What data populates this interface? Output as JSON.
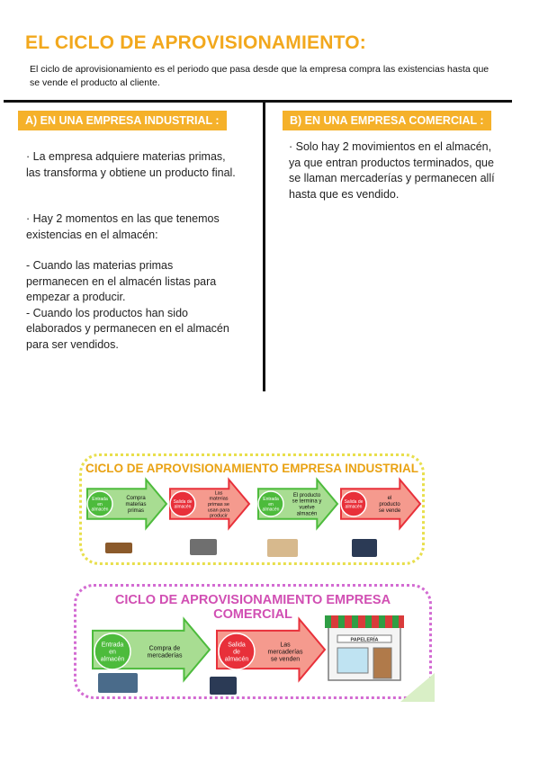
{
  "title": "EL CICLO DE APROVISIONAMIENTO:",
  "intro": "El ciclo de aprovisionamiento es el periodo que pasa desde que la empresa compra las existencias hasta que se vende el producto al cliente.",
  "section_a": {
    "heading": "A) EN UNA EMPRESA INDUSTRIAL :",
    "p1": "· La empresa adquiere materias primas, las transforma y obtiene un producto final.",
    "p2": "· Hay 2 momentos en las que tenemos existencias en el almacén:",
    "p3": "- Cuando las materias primas permanecen en el almacén listas para empezar a producir.",
    "p4": "- Cuando los productos han sido elaborados y permanecen en el almacén para ser vendidos."
  },
  "section_b": {
    "heading": "B) EN UNA EMPRESA COMERCIAL :",
    "p1": "· Solo hay 2 movimientos en el almacén, ya que entran productos terminados, que se llaman mercaderías y permanecen allí hasta que es vendido."
  },
  "diagram_industrial": {
    "title": "CICLO DE APROVISIONAMIENTO EMPRESA INDUSTRIAL",
    "steps": [
      {
        "circle": [
          "Entrada",
          "en",
          "almacén"
        ],
        "text": [
          "Compra",
          "materias",
          "primas"
        ]
      },
      {
        "circle": [
          "Salida de",
          "almacén"
        ],
        "text": [
          "Las",
          "materias",
          "primas se",
          "usan para",
          "producir"
        ]
      },
      {
        "circle": [
          "Entrada",
          "en",
          "almacén"
        ],
        "text": [
          "El producto",
          "se termina y",
          "vuelve",
          "almacén"
        ]
      },
      {
        "circle": [
          "Salida de",
          "almacén"
        ],
        "text": [
          "el",
          "producto",
          "se vende"
        ]
      }
    ]
  },
  "diagram_commercial": {
    "title": "CICLO DE APROVISIONAMIENTO EMPRESA COMERCIAL",
    "steps": [
      {
        "circle": [
          "Entrada",
          "en",
          "almacén"
        ],
        "text": [
          "Compra de",
          "mercaderías"
        ]
      },
      {
        "circle": [
          "Salida",
          "de",
          "almacén"
        ],
        "text": [
          "Las",
          "mercaderías",
          "se venden"
        ]
      }
    ],
    "shop_sign": "PAPELERÍA"
  },
  "colors": {
    "accent": "#f2a81d",
    "badge": "#f5b12a",
    "green": "#4dbb3c",
    "red": "#e8303a",
    "industrial_border": "#e8df4c",
    "commercial_border": "#d36bd2"
  }
}
